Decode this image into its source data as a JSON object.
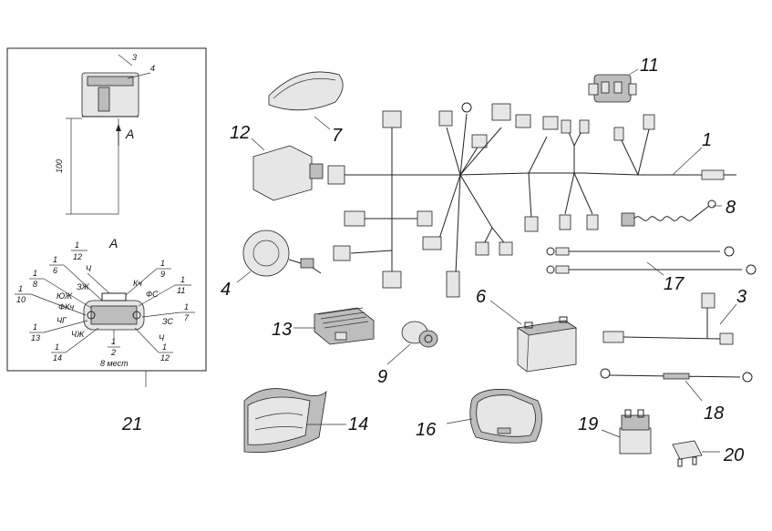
{
  "callouts": {
    "c1": "1",
    "c3": "3",
    "c4": "4",
    "c6": "6",
    "c7": "7",
    "c8": "8",
    "c9": "9",
    "c11": "11",
    "c12": "12",
    "c13": "13",
    "c14": "14",
    "c16": "16",
    "c17": "17",
    "c18": "18",
    "c19": "19",
    "c20": "20",
    "c21": "21"
  },
  "inset": {
    "part3": "3",
    "part4": "4",
    "dim": "100",
    "view_arrow": "A",
    "view_title": "A",
    "pin_count": "8 мест",
    "wires": [
      {
        "frac_top": "1",
        "frac_bot": "12",
        "label": "Ч"
      },
      {
        "frac_top": "1",
        "frac_bot": "6",
        "label": "ЗЖ"
      },
      {
        "frac_top": "1",
        "frac_bot": "8",
        "label": "ЮЖ"
      },
      {
        "frac_top": "1",
        "frac_bot": "10",
        "label": "ФКч"
      },
      {
        "frac_top": "1",
        "frac_bot": "13",
        "label": "ЧГ"
      },
      {
        "frac_top": "1",
        "frac_bot": "14",
        "label": "ЧЖ"
      },
      {
        "frac_top": "1",
        "frac_bot": "9",
        "label": "Кч"
      },
      {
        "frac_top": "1",
        "frac_bot": "11",
        "label": "ФС"
      },
      {
        "frac_top": "1",
        "frac_bot": "7",
        "label": "ЗС"
      },
      {
        "frac_top": "1",
        "frac_bot": "12",
        "label": "Ч"
      },
      {
        "frac_top": "1",
        "frac_bot": "2",
        "label": ""
      }
    ]
  }
}
